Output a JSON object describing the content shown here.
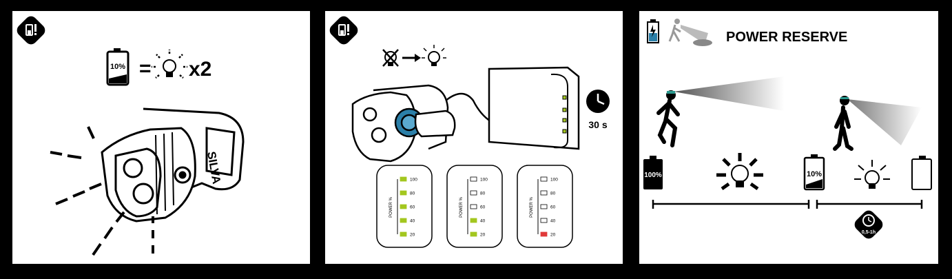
{
  "panel1": {
    "battery_label": "10%",
    "equals": "=",
    "multiplier": "x2",
    "brand": "SILVA"
  },
  "panel2": {
    "timer": "30 s",
    "axis_label": "POWER %",
    "levels": [
      "100",
      "80",
      "60",
      "40",
      "20"
    ],
    "gauges": [
      {
        "lit": [
          true,
          true,
          true,
          true,
          true
        ],
        "color": "#a3c71f"
      },
      {
        "lit": [
          false,
          false,
          false,
          true,
          true
        ],
        "color": "#a3c71f"
      },
      {
        "lit": [
          false,
          false,
          false,
          false,
          true
        ],
        "color": "#e03a3a"
      }
    ]
  },
  "panel3": {
    "title": "POWER RESERVE",
    "battery_full": "100%",
    "battery_low": "10%",
    "duration": "0,5-1h"
  }
}
